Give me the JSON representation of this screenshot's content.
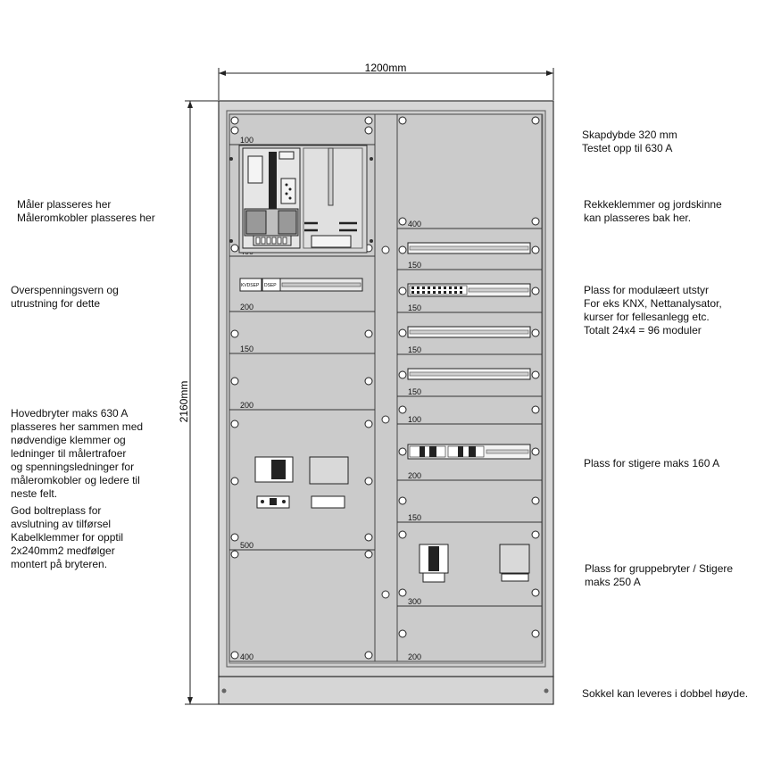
{
  "dimensions": {
    "width_label": "1200mm",
    "height_label": "2160mm"
  },
  "left_notes": [
    [
      "Måler plasseres her",
      "Måleromkobler plasseres her"
    ],
    [
      "Overspenningsvern og",
      "utrustning for dette"
    ],
    [
      "Hovedbryter maks 630 A",
      "plasseres her sammen med",
      "nødvendige klemmer og",
      "ledninger til målertrafoer",
      "og spenningsledninger for",
      "måleromkobler og ledere til",
      "neste felt."
    ],
    [
      "God boltreplass for",
      "avslutning av tilførsel",
      "Kabelklemmer for opptil",
      "2x240mm2 medfølger",
      "montert på bryteren."
    ]
  ],
  "right_notes": [
    [
      "Skapdybde 320 mm",
      "Testet opp til 630 A"
    ],
    [
      "Rekkeklemmer og jordskinne",
      "kan plasseres bak her."
    ],
    [
      "Plass for modulæert utstyr",
      "For eks KNX, Nettanalysator,",
      "kurser for fellesanlegg etc.",
      "Totalt 24x4 = 96 moduler"
    ],
    [
      "Plass for stigere maks 160 A"
    ],
    [
      "Plass for gruppebryter / Stigere",
      "maks 250 A"
    ],
    [
      "Sokkel kan leveres i dobbel høyde."
    ]
  ],
  "left_panels": [
    "100",
    "400",
    "200",
    "150",
    "200",
    "500",
    "400"
  ],
  "right_panels": [
    "400",
    "150",
    "150",
    "150",
    "150",
    "100",
    "200",
    "150",
    "300",
    "200"
  ],
  "device_labels": {
    "spd_1": "KVDSEP",
    "spd_2": "DSEP"
  }
}
